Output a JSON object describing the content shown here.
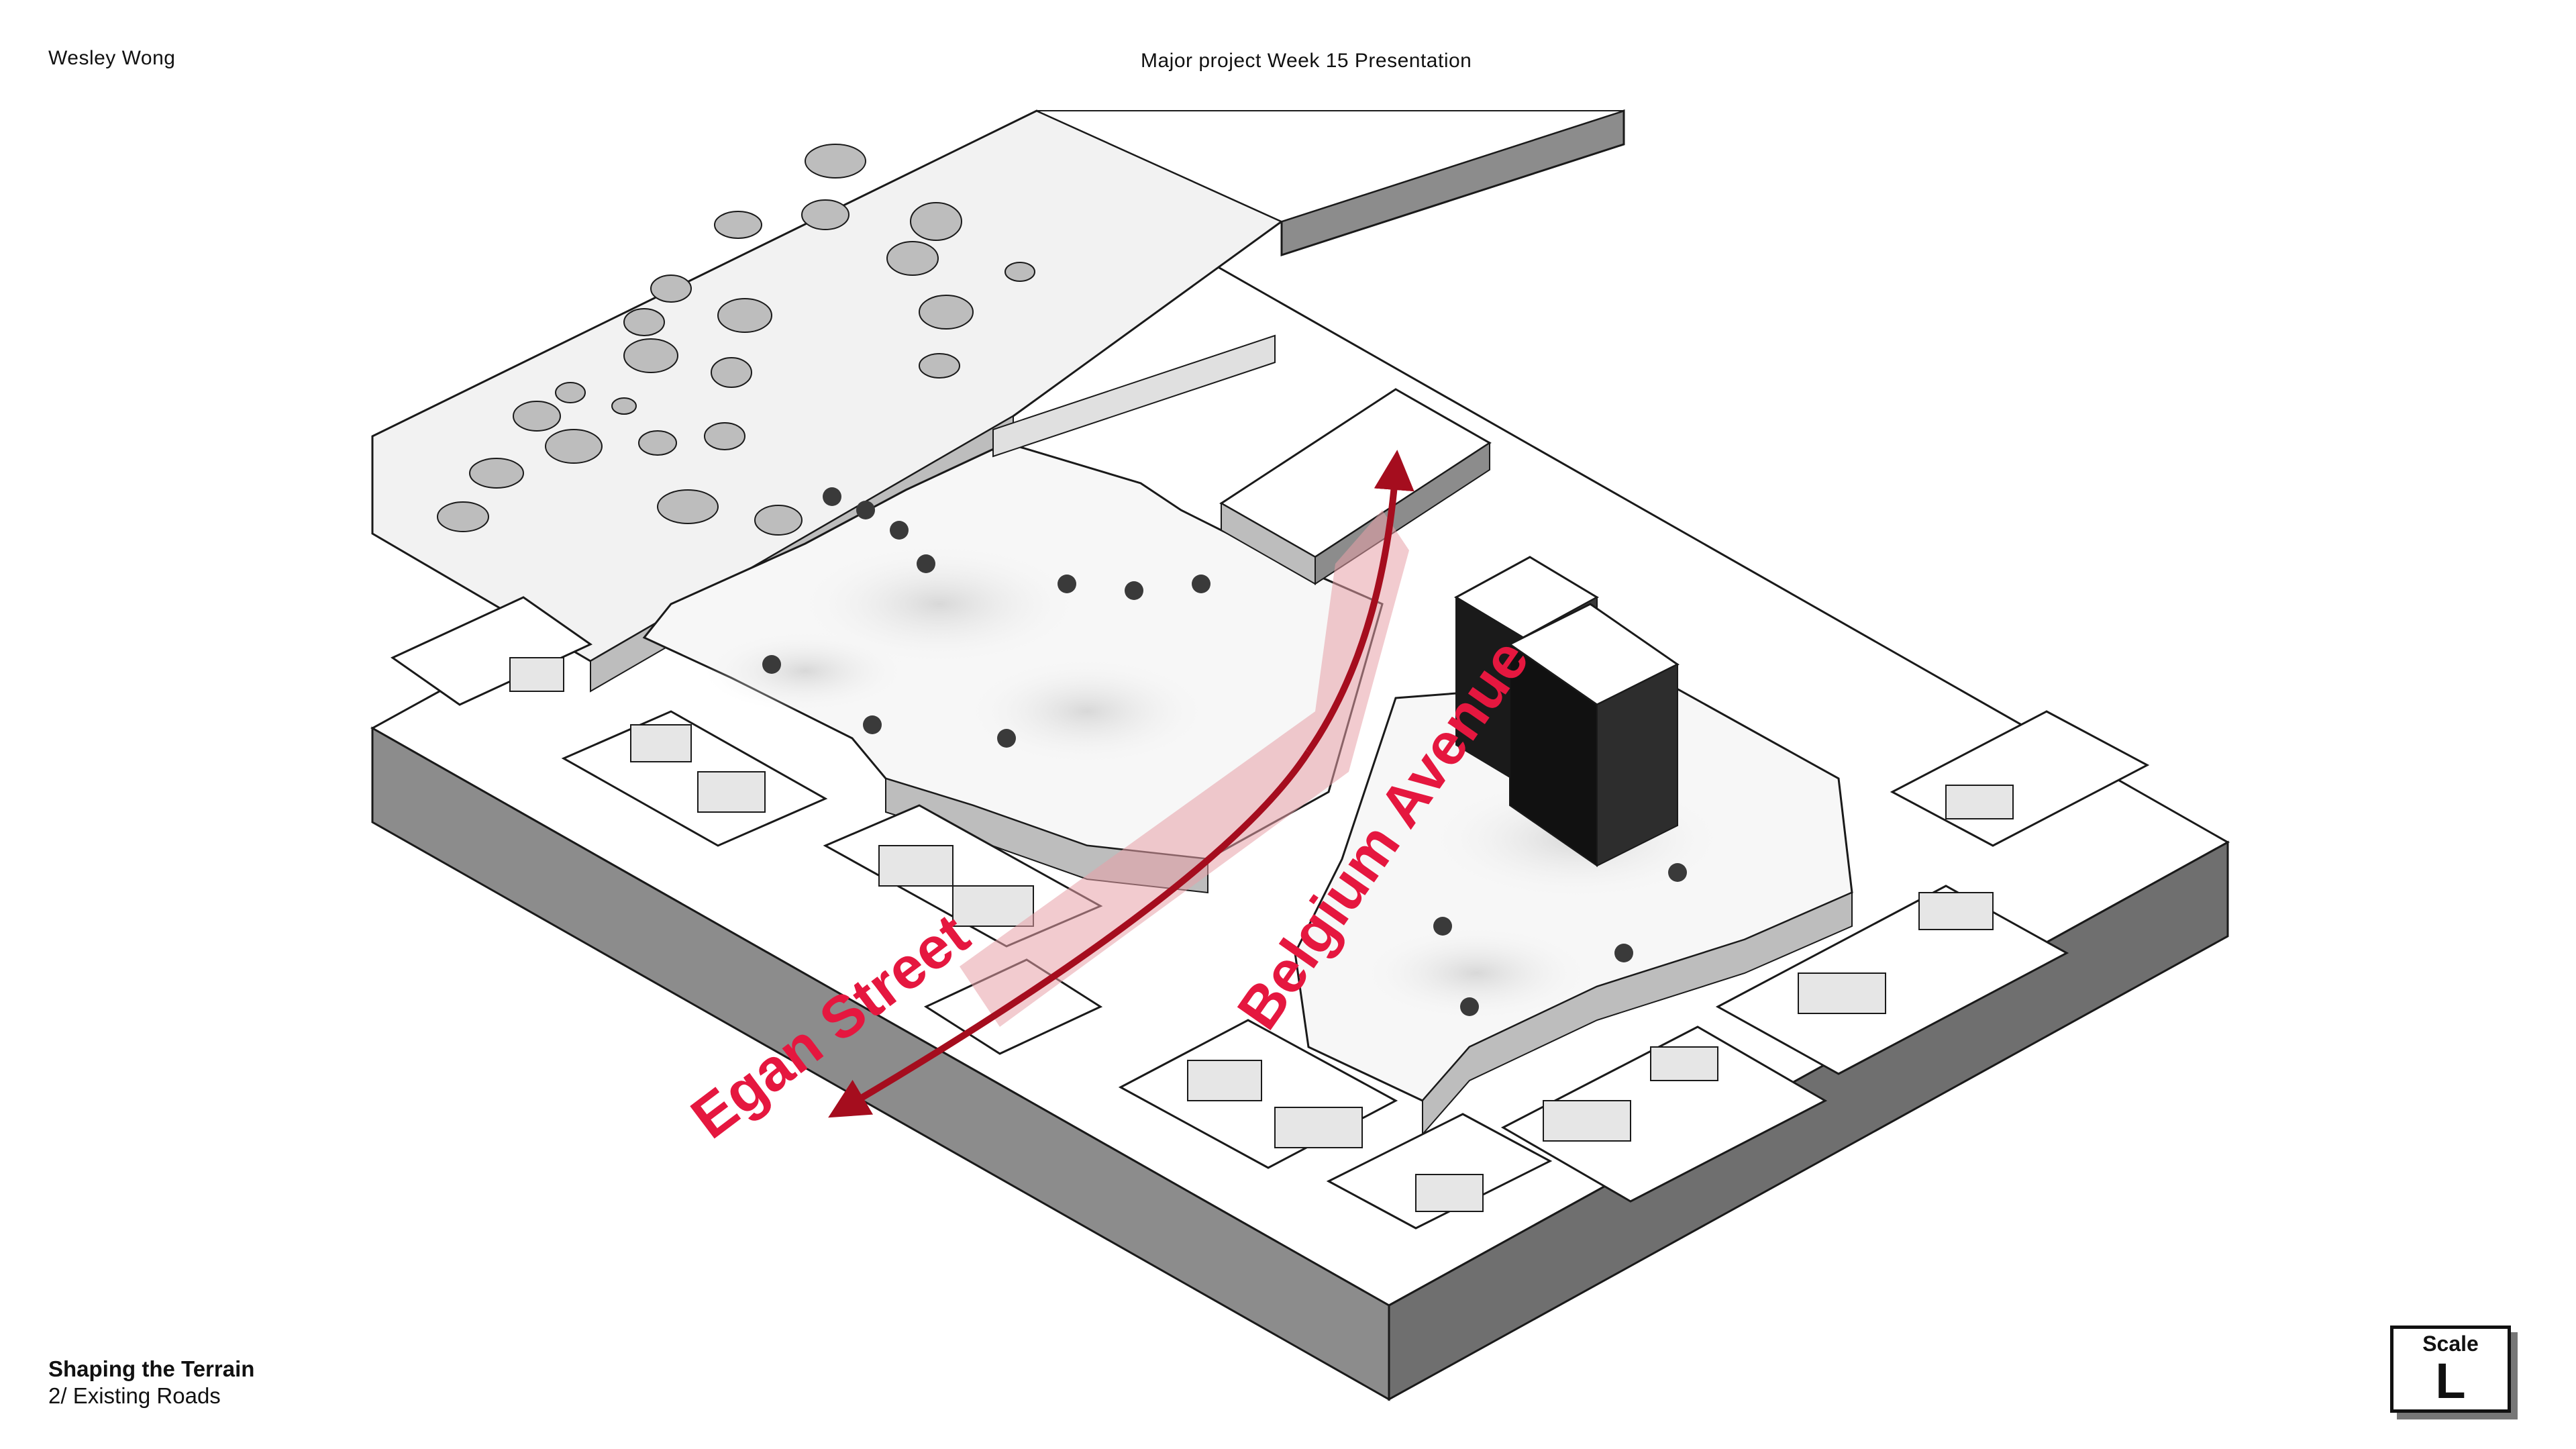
{
  "header": {
    "author": "Wesley Wong",
    "title": "Major project Week 15 Presentation"
  },
  "footer": {
    "title": "Shaping the Terrain",
    "subtitle": "2/ Existing Roads"
  },
  "scale": {
    "label": "Scale",
    "value": "L"
  },
  "roads": [
    {
      "name": "Egan Street",
      "color": "#e5173f"
    },
    {
      "name": "Belgium Avenue",
      "color": "#e5173f"
    }
  ],
  "colors": {
    "road_label": "#e5173f",
    "arrow": "#a50d1e",
    "road_overlay": "#e8a0a8",
    "block_side": "#8c8c8c",
    "block_side_dark": "#6f6f6f",
    "terrain": "#f4f4f4",
    "linework": "#1a1a1a"
  }
}
